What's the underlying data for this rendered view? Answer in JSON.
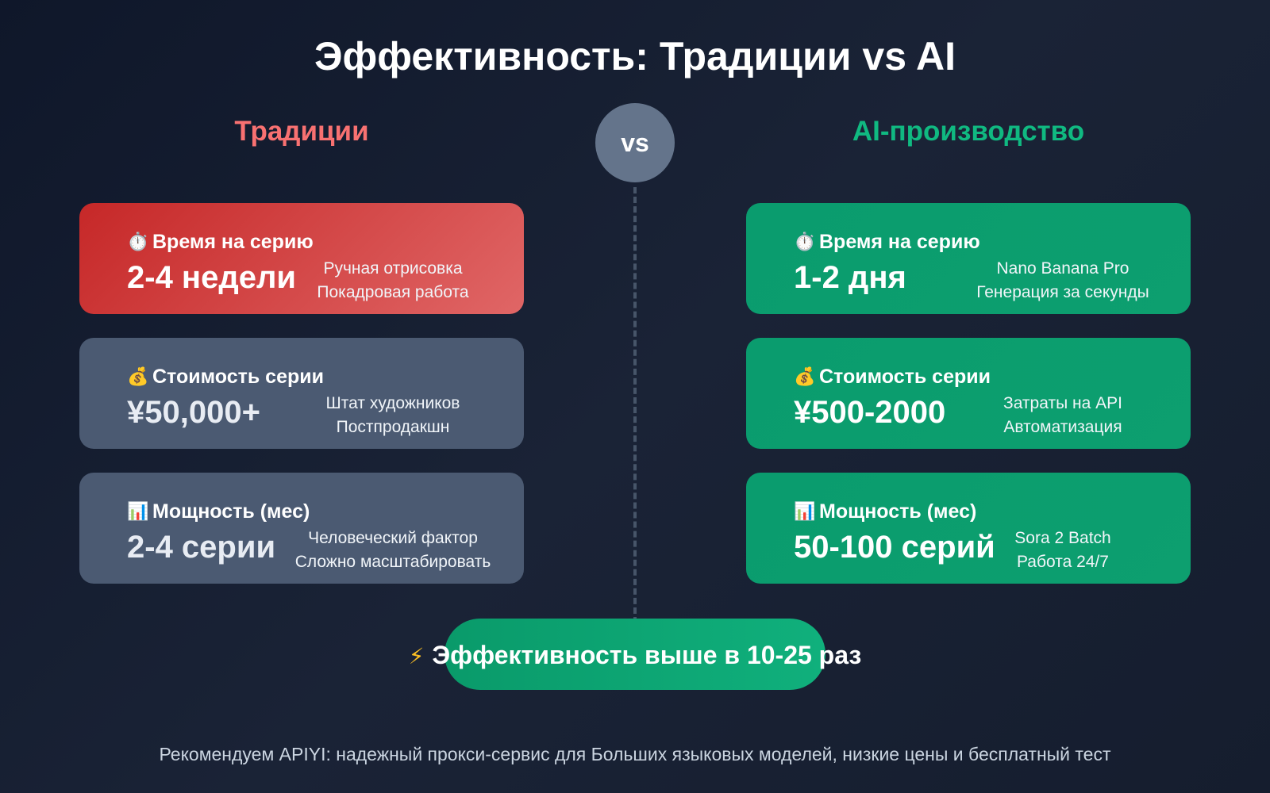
{
  "title": "Эффективность: Традиции vs AI",
  "vs_label": "vs",
  "left_column": {
    "heading": "Традиции",
    "cards": [
      {
        "icon": "⏱️",
        "label": "Время на серию",
        "value": "2-4 недели",
        "notes": [
          "Ручная отрисовка",
          "Покадровая работа"
        ]
      },
      {
        "icon": "💰",
        "label": "Стоимость серии",
        "value": "¥50,000+",
        "notes": [
          "Штат художников",
          "Постпродакшн"
        ]
      },
      {
        "icon": "📊",
        "label": "Мощность (мес)",
        "value": "2-4 серии",
        "notes": [
          "Человеческий фактор",
          "Сложно масштабировать"
        ]
      }
    ]
  },
  "right_column": {
    "heading": "AI-производство",
    "cards": [
      {
        "icon": "⏱️",
        "label": "Время на серию",
        "value": "1-2 дня",
        "notes": [
          "Nano Banana Pro",
          "Генерация за секунды"
        ]
      },
      {
        "icon": "💰",
        "label": "Стоимость серии",
        "value": "¥500-2000",
        "notes": [
          "Затраты на API",
          "Автоматизация"
        ]
      },
      {
        "icon": "📊",
        "label": "Мощность (мес)",
        "value": "50-100 серий",
        "notes": [
          "Sora 2 Batch",
          "Работа 24/7"
        ]
      }
    ]
  },
  "summary": {
    "icon": "⚡",
    "text": "Эффективность выше в 10-25 раз"
  },
  "footer": "Рекомендуем APIYI: надежный прокси-сервис для Больших языковых моделей, низкие цены и бесплатный тест",
  "colors": {
    "traditional_accent": "#f87171",
    "ai_accent": "#10b981",
    "traditional_card_first": "#d64545",
    "traditional_card": "#4b5a72",
    "ai_card": "#0d9f6f",
    "vs_circle": "#64748b"
  }
}
